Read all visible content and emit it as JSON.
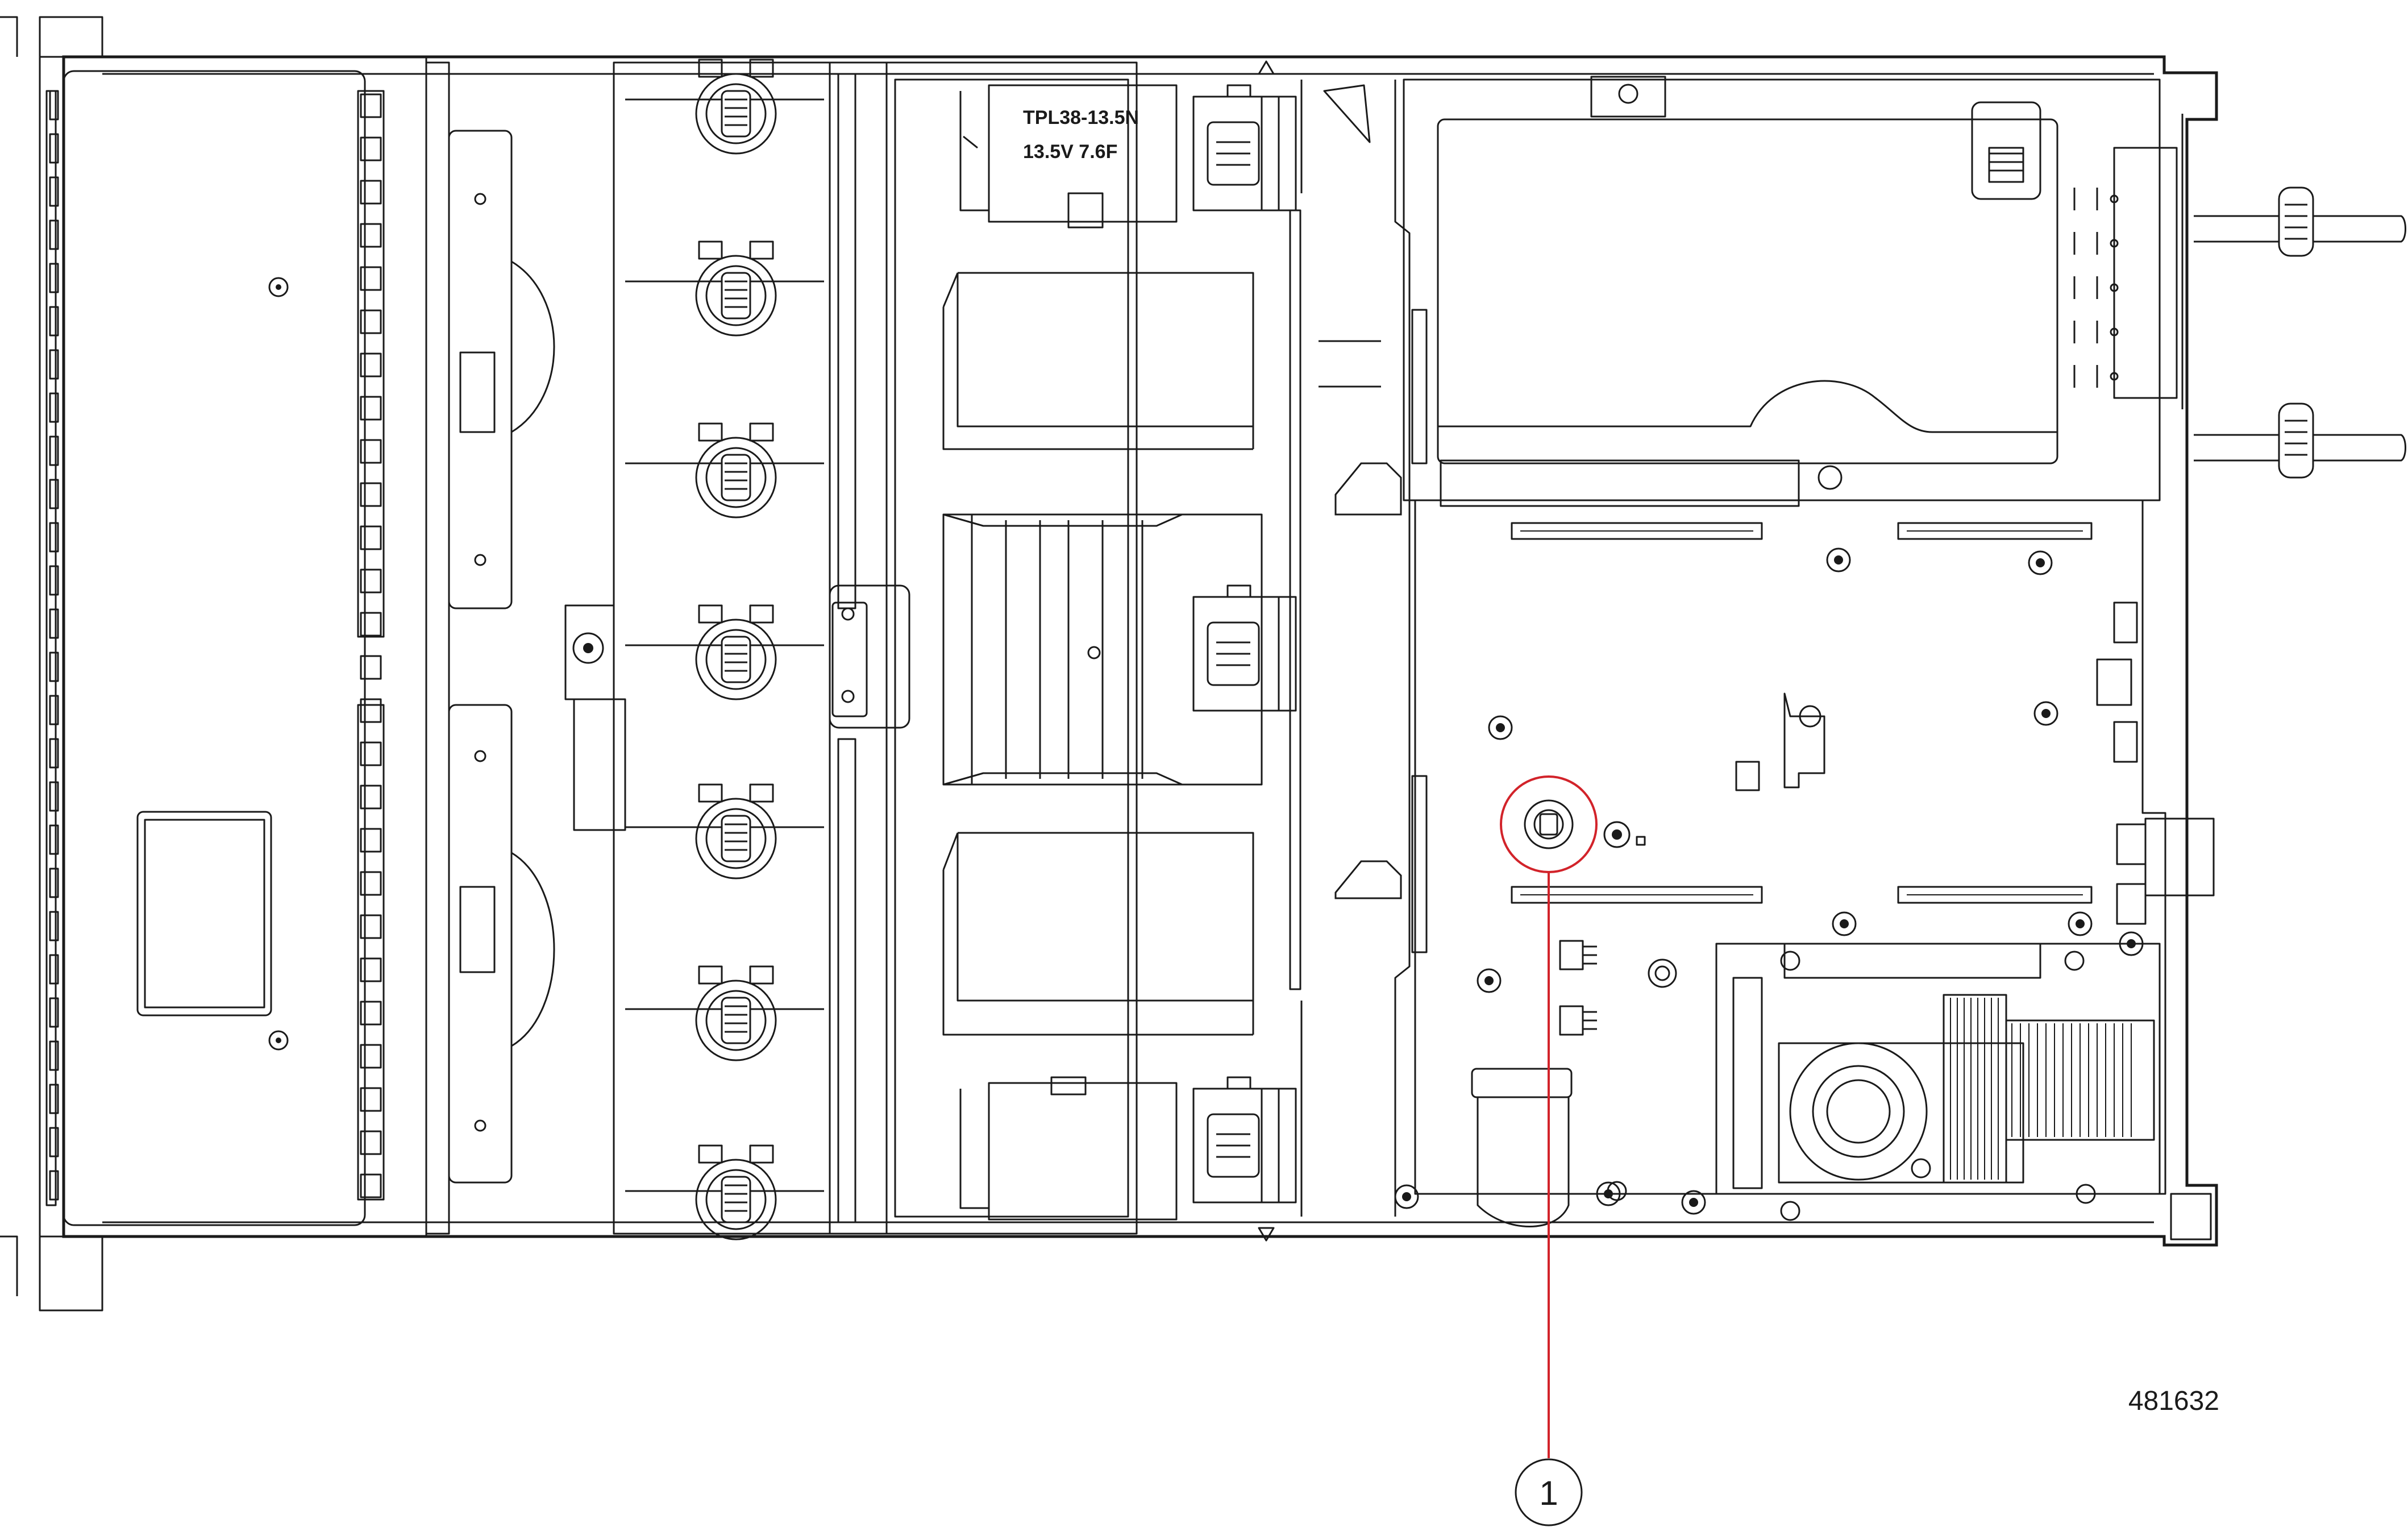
{
  "figure_id": "481632",
  "psu_label": {
    "line1": "TPL38-13.5N",
    "line2": "13.5V   7.6F"
  },
  "callouts": [
    {
      "number": "1",
      "color": "#d2232a"
    }
  ],
  "colors": {
    "line": "#1a1a1a",
    "callout": "#d2232a",
    "background": "#ffffff"
  }
}
